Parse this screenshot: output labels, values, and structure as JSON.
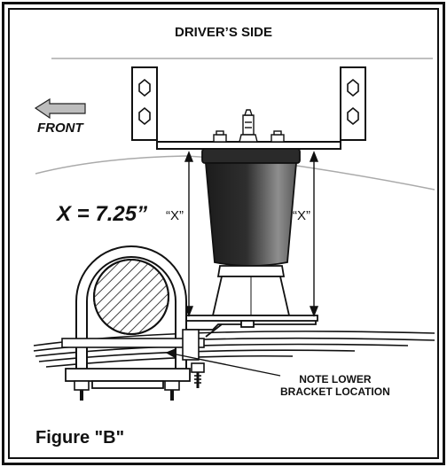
{
  "diagram": {
    "title": "DRIVER’S SIDE",
    "direction_label": "FRONT",
    "dimension_value": "X = 7.25”",
    "dimension_marker_left": "“X”",
    "dimension_marker_right": "“X”",
    "note_line1": "NOTE LOWER",
    "note_line2": "BRACKET LOCATION",
    "figure_label": "Figure \"B\"",
    "colors": {
      "ink": "#111111",
      "guide": "#aaaaaa",
      "bag_dark": "#1c1c1c",
      "bag_light": "#9a9a9a"
    }
  }
}
